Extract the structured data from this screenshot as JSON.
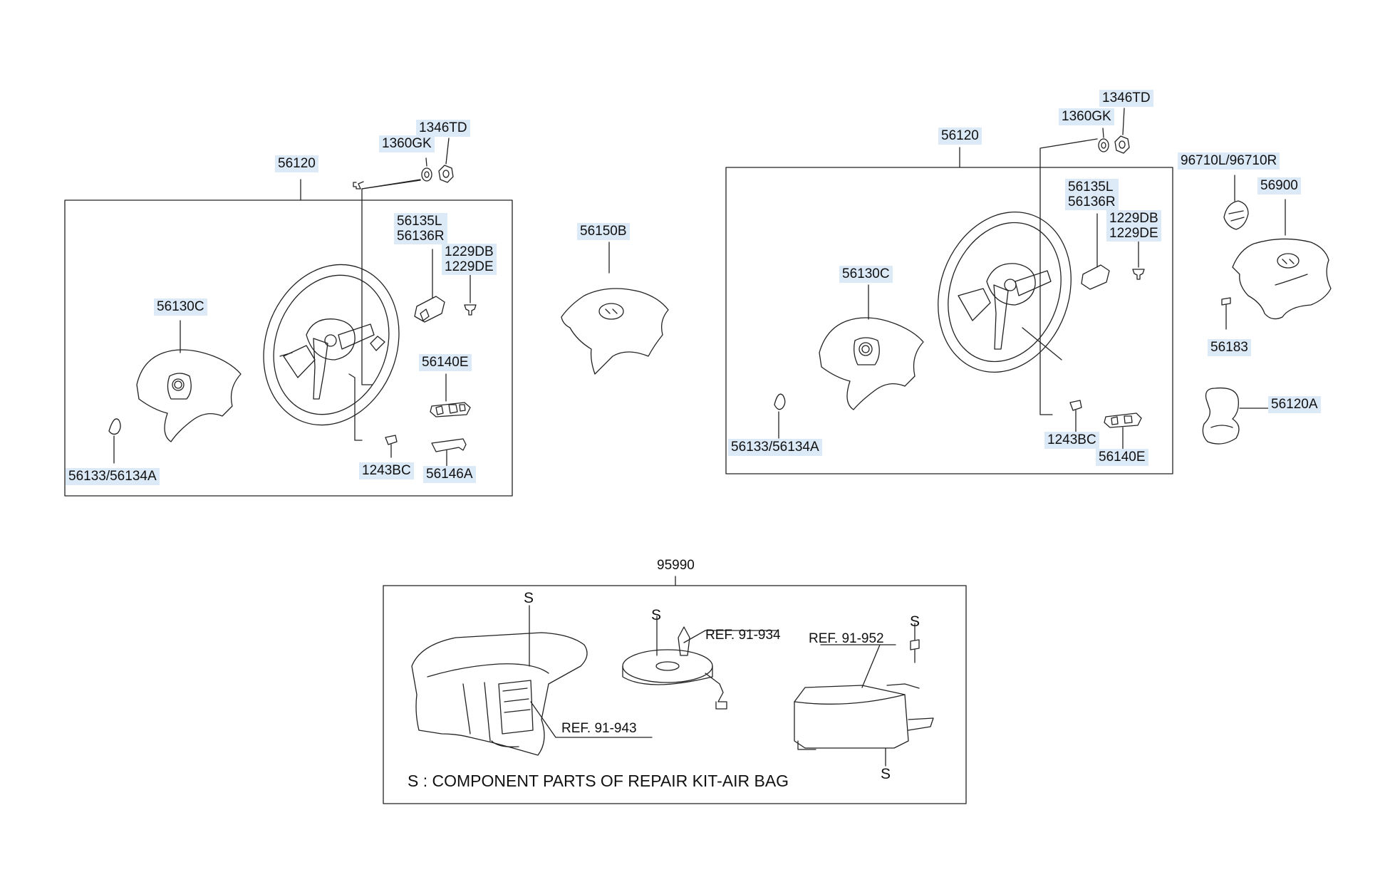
{
  "colors": {
    "label_bg": "#dce9f7",
    "line": "#222222",
    "paper": "#ffffff"
  },
  "left_group": {
    "assembly": "56120",
    "nut": "1346TD",
    "washer": "1360GK",
    "bracket": "56135L\n56136R",
    "screw": "1229DB\n1229DE",
    "cover": "56130C",
    "emblem": "56133/56134A",
    "switch": "56140E",
    "bolt": "1243BC",
    "clip": "56146A"
  },
  "middle_part": {
    "pad": "56150B"
  },
  "right_group": {
    "assembly": "56120",
    "nut": "1346TD",
    "washer": "1360GK",
    "bracket": "56135L\n56136R",
    "screw": "1229DB\n1229DE",
    "cover": "56130C",
    "emblem": "56133/56134A",
    "bolt": "1243BC",
    "switch": "56140E"
  },
  "far_right": {
    "horn_pad": "96710L/96710R",
    "airbag_module": "56900",
    "bolt": "56183",
    "knob": "56120A"
  },
  "bottom_group": {
    "assembly": "95990",
    "s_marks": [
      "S",
      "S",
      "S",
      "S"
    ],
    "ref_dash": "REF. 91-943",
    "ref_clock": "REF. 91-934",
    "ref_unit": "REF. 91-952",
    "note": "S : COMPONENT PARTS OF REPAIR KIT-AIR BAG"
  }
}
